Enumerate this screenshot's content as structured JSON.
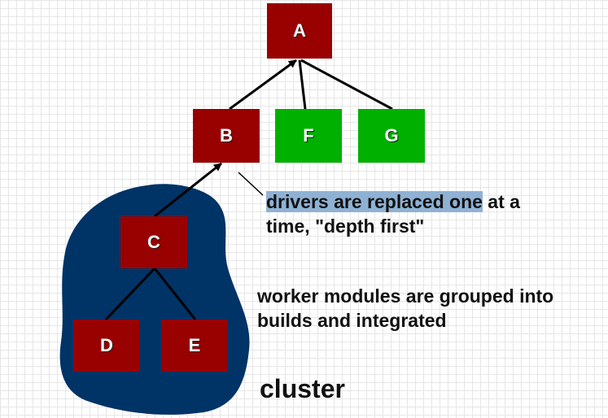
{
  "nodes": {
    "A": "A",
    "B": "B",
    "F": "F",
    "G": "G",
    "C": "C",
    "D": "D",
    "E": "E"
  },
  "colors": {
    "driver_box": "#990000",
    "new_box": "#00b000",
    "cluster": "#003366"
  },
  "note_drivers": {
    "highlighted": "drivers are replaced one",
    "rest_line1": " at a",
    "line2": "time, \"depth first\""
  },
  "note_workers": {
    "line1": "worker modules are grouped into",
    "line2": "builds and integrated"
  },
  "cluster_label": "cluster"
}
